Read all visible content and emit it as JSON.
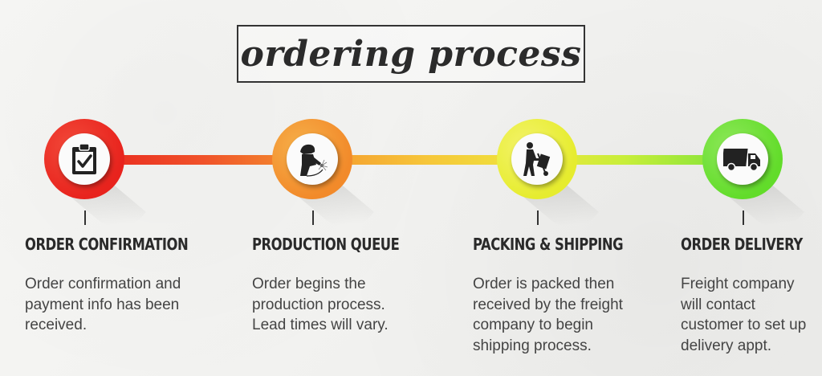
{
  "title": "ordering process",
  "steps": [
    {
      "title": "ORDER CONFIRMATION",
      "desc": "Order confirmation and payment info has been received.",
      "icon": "clipboard-check-icon",
      "color": "#e8231d",
      "color_light": "#f24a3a"
    },
    {
      "title": "PRODUCTION QUEUE",
      "desc": "Order begins the production process. Lead times will vary.",
      "icon": "welder-icon",
      "color": "#f28a2a",
      "color_light": "#f6b04a"
    },
    {
      "title": "PACKING & SHIPPING",
      "desc": "Order is packed then received by the freight company to begin shipping process.",
      "icon": "hand-truck-icon",
      "color": "#e6ec2e",
      "color_light": "#f3f36a"
    },
    {
      "title": "ORDER DELIVERY",
      "desc": "Freight company will contact customer to set up delivery appt.",
      "icon": "delivery-truck-icon",
      "color": "#62dc2a",
      "color_light": "#8ee85a"
    }
  ]
}
